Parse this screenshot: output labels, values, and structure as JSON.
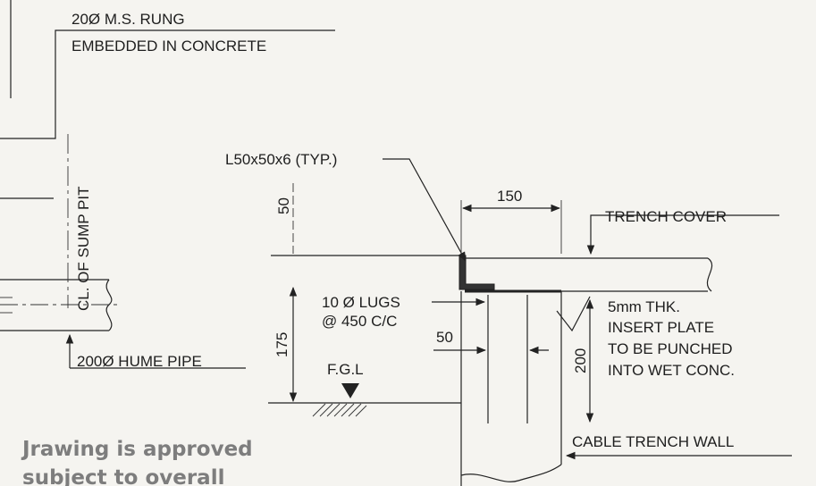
{
  "labels": {
    "rung_line1": "20Ø M.S. RUNG",
    "rung_line2": "EMBEDDED IN CONCRETE",
    "angle": "L50x50x6 (TYP.)",
    "sump_pit": "CL. OF SUMP PIT",
    "dim_50_top": "50",
    "dim_150": "150",
    "trench_cover": "TRENCH COVER",
    "lugs_line1": "10 Ø  LUGS",
    "lugs_line2": "@ 450 C/C",
    "dim_50_mid": "50",
    "dim_175": "175",
    "dim_200": "200",
    "plate_line1": "5mm THK.",
    "plate_line2": "INSERT PLATE",
    "plate_line3": "TO BE PUNCHED",
    "plate_line4": "INTO WET CONC.",
    "hume_pipe": "200Ø HUME PIPE",
    "fgl": "F.G.L",
    "cable_wall": "CABLE TRENCH WALL"
  },
  "stamp": {
    "line1": "Jrawing is approved",
    "line2": "subject to overall"
  }
}
